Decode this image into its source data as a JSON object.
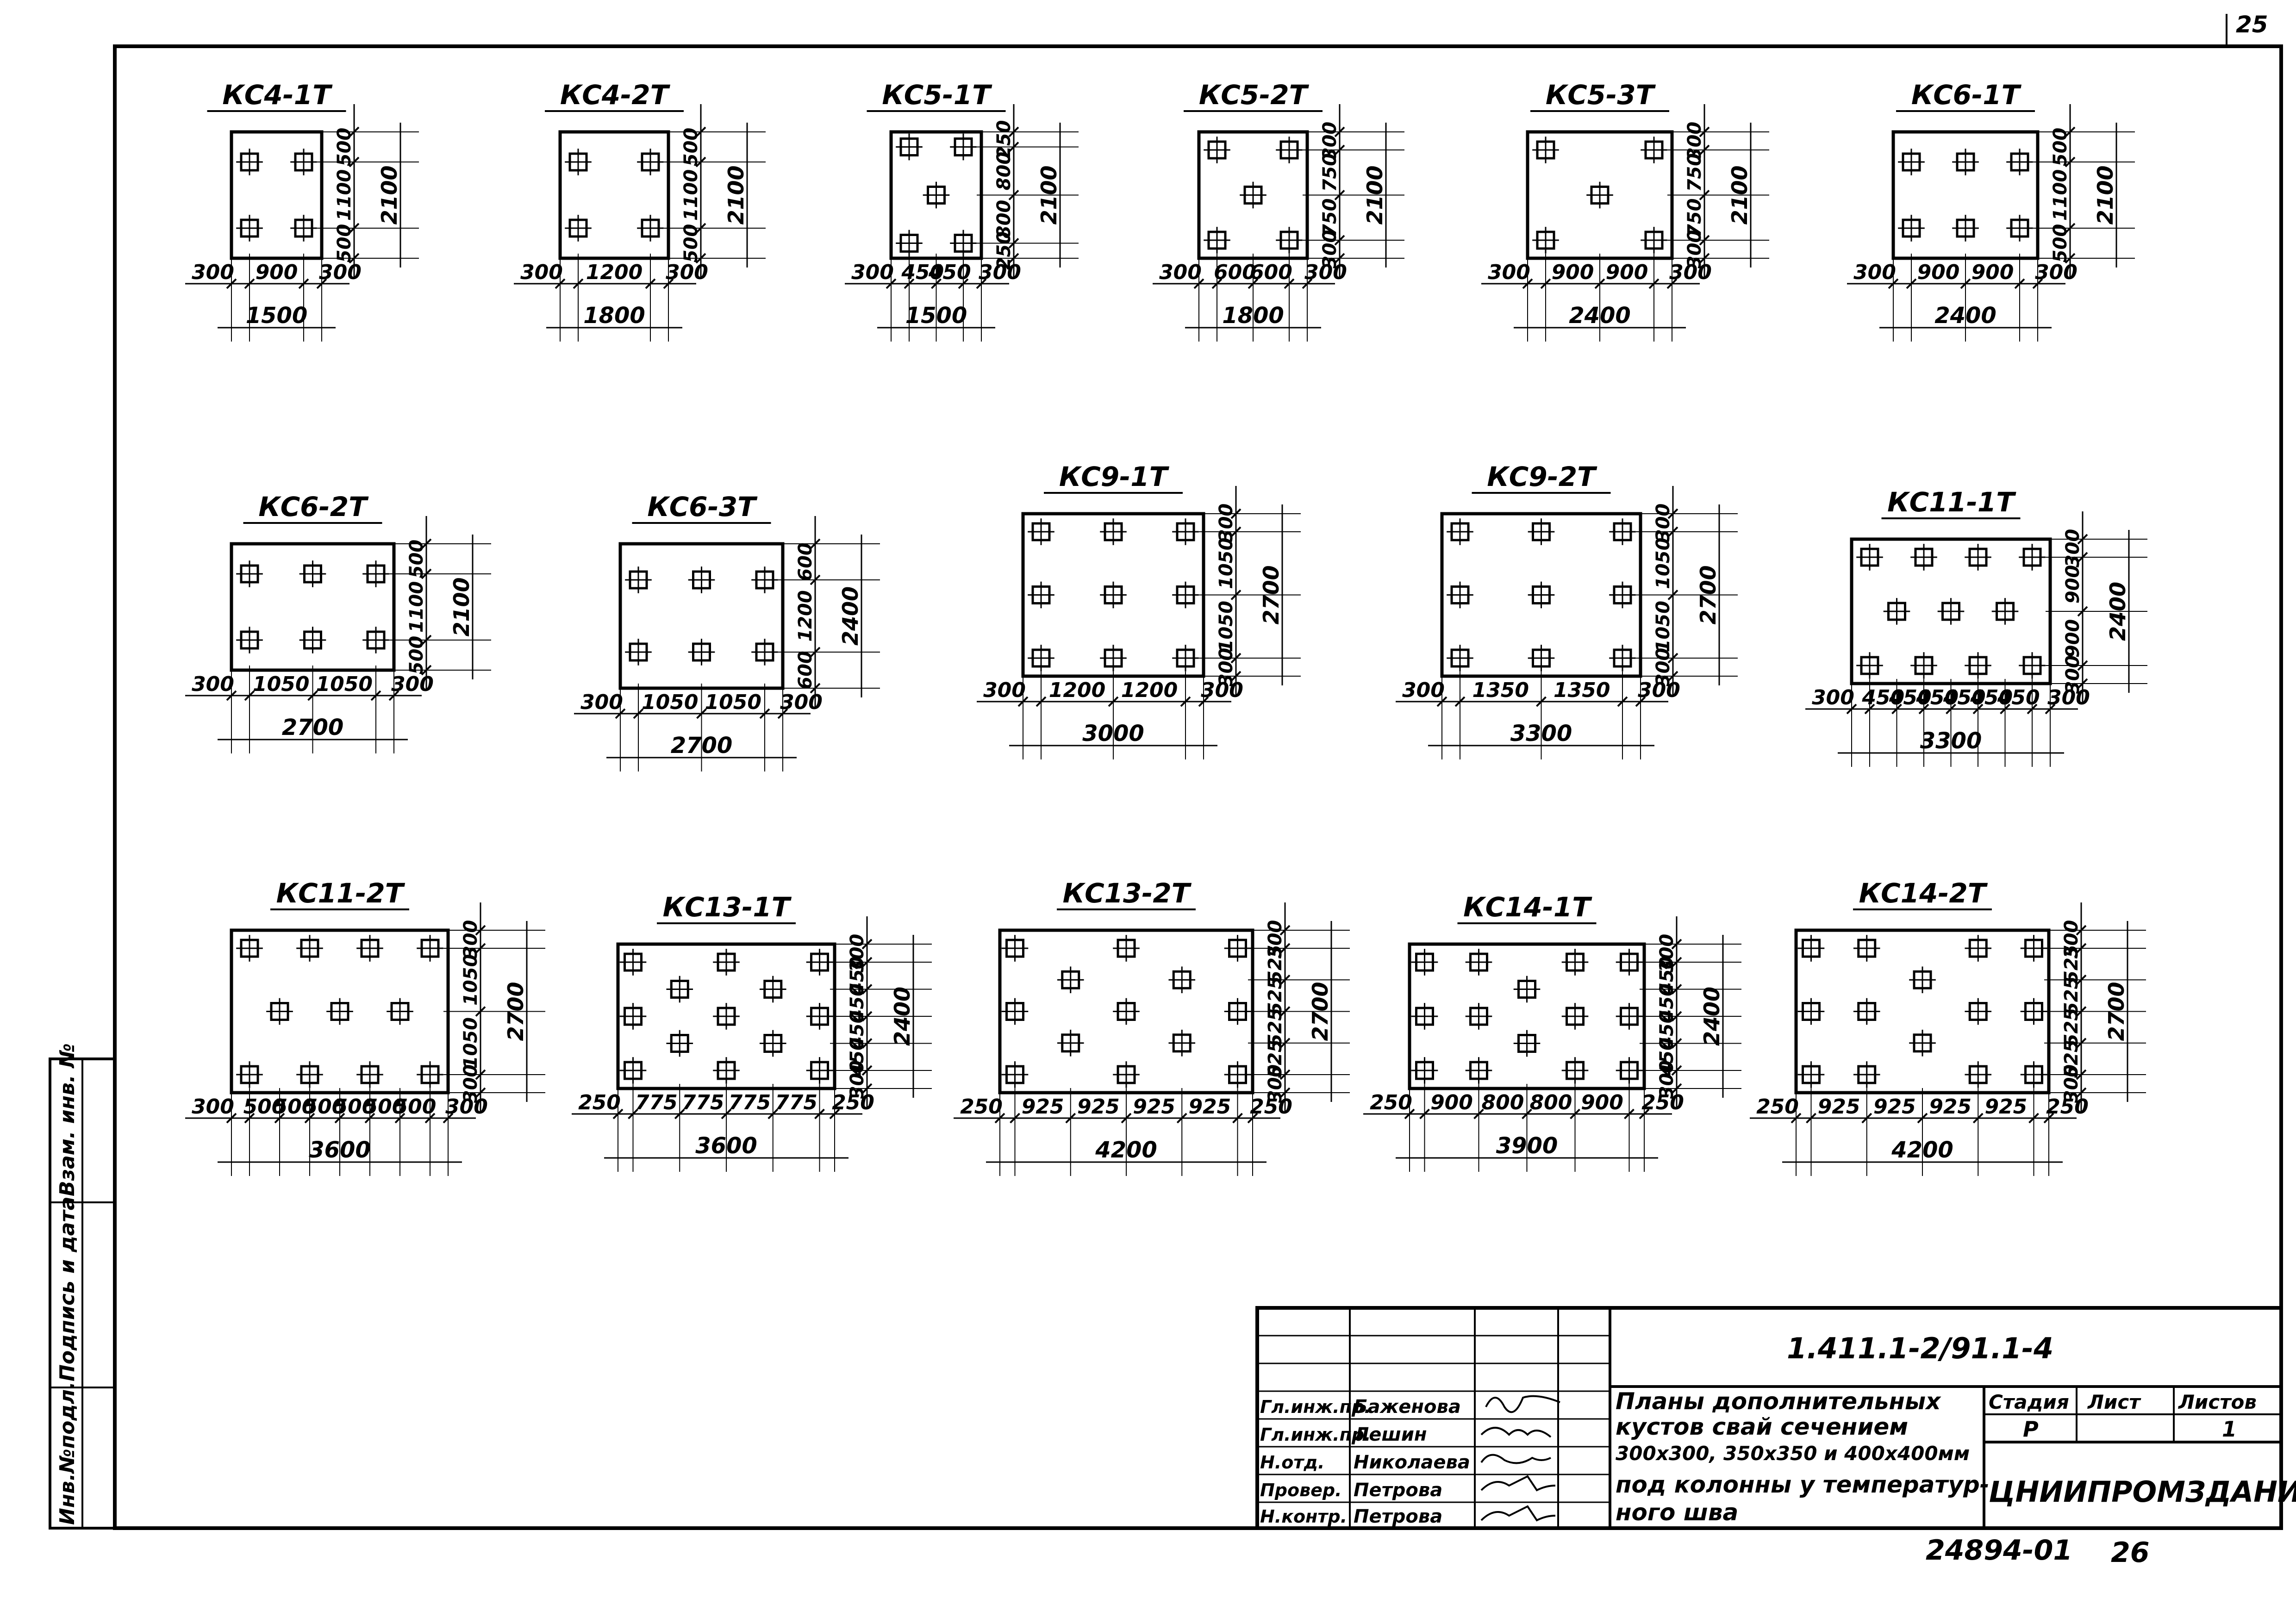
{
  "page_number": "25",
  "plans": [
    {
      "title": "КС4-1Т",
      "cols": [
        300,
        900,
        300
      ],
      "rows": [
        500,
        1100,
        500
      ],
      "width": "1500",
      "height": "2100",
      "piles": "2x2"
    },
    {
      "title": "КС4-2Т",
      "cols": [
        300,
        1200,
        300
      ],
      "rows": [
        500,
        1100,
        500
      ],
      "width": "1800",
      "height": "2100",
      "piles": "2x2"
    },
    {
      "title": "КС5-1Т",
      "cols": [
        300,
        450,
        450,
        300
      ],
      "rows": [
        250,
        800,
        800,
        250
      ],
      "width": "1500",
      "height": "2100",
      "piles": "quincunx"
    },
    {
      "title": "КС5-2Т",
      "cols": [
        300,
        600,
        600,
        300
      ],
      "rows": [
        300,
        750,
        750,
        300
      ],
      "width": "1800",
      "height": "2100",
      "piles": "quincunx"
    },
    {
      "title": "КС5-3Т",
      "cols": [
        300,
        900,
        900,
        300
      ],
      "rows": [
        300,
        750,
        750,
        300
      ],
      "width": "2400",
      "height": "2100",
      "piles": "quincunx"
    },
    {
      "title": "КС6-1Т",
      "cols": [
        300,
        900,
        900,
        300
      ],
      "rows": [
        500,
        1100,
        500
      ],
      "width": "2400",
      "height": "2100",
      "piles": "3x2"
    },
    {
      "title": "КС6-2Т",
      "cols": [
        300,
        1050,
        1050,
        300
      ],
      "rows": [
        500,
        1100,
        500
      ],
      "width": "2700",
      "height": "2100",
      "piles": "3x2"
    },
    {
      "title": "КС6-3Т",
      "cols": [
        300,
        1050,
        1050,
        300
      ],
      "rows": [
        600,
        1200,
        600
      ],
      "width": "2700",
      "height": "2400",
      "piles": "3x2"
    },
    {
      "title": "КС9-1Т",
      "cols": [
        300,
        1200,
        1200,
        300
      ],
      "rows": [
        300,
        1050,
        1050,
        300
      ],
      "width": "3000",
      "height": "2700",
      "piles": "3x3"
    },
    {
      "title": "КС9-2Т",
      "cols": [
        300,
        1350,
        1350,
        300
      ],
      "rows": [
        300,
        1050,
        1050,
        300
      ],
      "width": "3300",
      "height": "2700",
      "piles": "3x3"
    },
    {
      "title": "КС11-1Т",
      "cols": [
        300,
        450,
        450,
        450,
        450,
        450,
        450,
        300
      ],
      "rows": [
        300,
        900,
        900,
        300
      ],
      "width": "3300",
      "height": "2400",
      "piles": "staggered-11"
    },
    {
      "title": "КС11-2Т",
      "cols": [
        300,
        500,
        500,
        500,
        500,
        500,
        500,
        300
      ],
      "rows": [
        300,
        1050,
        1050,
        300
      ],
      "width": "3600",
      "height": "2700",
      "piles": "staggered-11"
    },
    {
      "title": "КС13-1Т",
      "cols": [
        250,
        775,
        775,
        775,
        775,
        250
      ],
      "rows": [
        300,
        450,
        450,
        450,
        450,
        300
      ],
      "width": "3600",
      "height": "2400",
      "piles": "staggered-13"
    },
    {
      "title": "КС13-2Т",
      "cols": [
        250,
        925,
        925,
        925,
        925,
        250
      ],
      "rows": [
        300,
        525,
        525,
        525,
        525,
        300
      ],
      "width": "4200",
      "height": "2700",
      "piles": "staggered-13"
    },
    {
      "title": "КС14-1Т",
      "cols": [
        250,
        900,
        800,
        800,
        900,
        250
      ],
      "rows": [
        300,
        450,
        450,
        450,
        450,
        300
      ],
      "width": "3900",
      "height": "2400",
      "piles": "staggered-14"
    },
    {
      "title": "КС14-2Т",
      "cols": [
        250,
        925,
        925,
        925,
        925,
        250
      ],
      "rows": [
        300,
        525,
        525,
        525,
        525,
        300
      ],
      "width": "4200",
      "height": "2700",
      "piles": "staggered-14"
    }
  ],
  "side_stamp": [
    "Инв.№подл.",
    "Подпись и дата",
    "Взам. инв. №"
  ],
  "title_block": {
    "doc_code": "1.411.1-2/91.1-4",
    "people": [
      {
        "role": "Гл.инж.пр.",
        "name": "Баженова"
      },
      {
        "role": "Гл.инж.пр.",
        "name": "Лешин"
      },
      {
        "role": "Н.отд.",
        "name": "Николаева"
      },
      {
        "role": "Провер.",
        "name": "Петрова"
      },
      {
        "role": "Н.контр.",
        "name": "Петрова"
      }
    ],
    "description": [
      "Планы дополнительных",
      "кустов свай сечением",
      "300х300, 350х350 и 400х400мм",
      "под колонны у температур-",
      "ного шва"
    ],
    "stage_label": "Стадия",
    "sheet_label": "Лист",
    "sheets_label": "Листов",
    "stage": "Р",
    "sheet": "",
    "sheets": "1",
    "organization": "ЦНИИПРОМЗДАНИЙ"
  },
  "archive_number": "24894-01",
  "archive_page": "26"
}
